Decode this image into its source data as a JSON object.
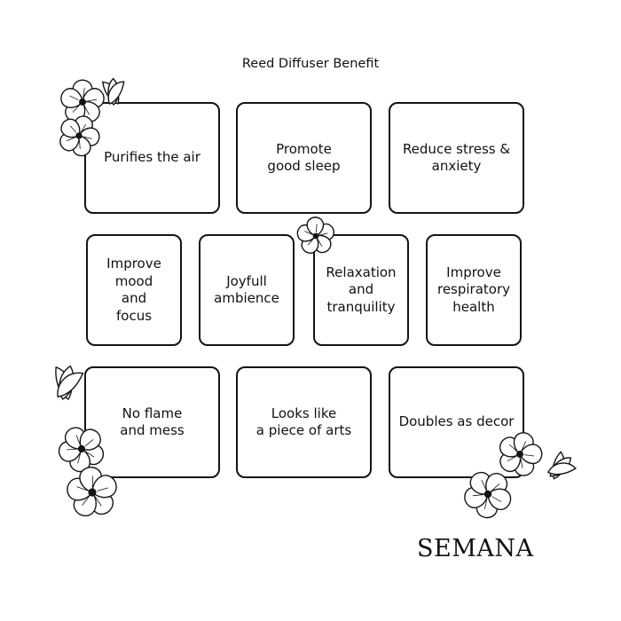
{
  "title": "Reed Diffuser Benefit",
  "benefits": [
    "Purifies the air",
    "Promote\ngood sleep",
    "Reduce stress &\nanxiety",
    "Improve\nmood\nand\nfocus",
    "Joyfull\nambience",
    "Relaxation\nand\ntranquility",
    "Improve\nrespiratory\nhealth",
    "No flame\nand mess",
    "Looks like\na piece of arts",
    "Doubles as decor"
  ],
  "brand": "SEMANA",
  "decoration": {
    "icon": "plumeria-flower-icon",
    "line_color": "#141414",
    "fill_color": "#ffffff"
  }
}
